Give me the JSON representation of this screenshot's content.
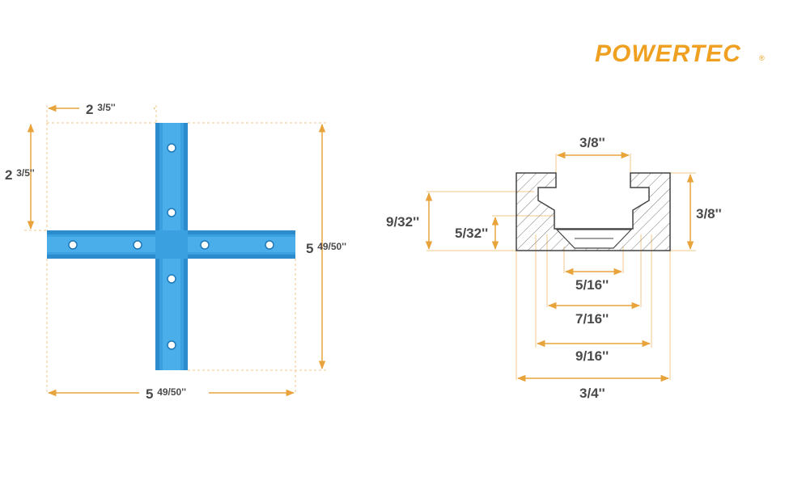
{
  "brand": {
    "name": "POWERTEC",
    "reg_mark": "®",
    "color": "#f0a020"
  },
  "colors": {
    "rail": "#3aa0e0",
    "rail_dark": "#1f78b8",
    "dimension": "#e8a33a",
    "guide": "#f2c98a",
    "text": "#4a4a4a"
  },
  "intersection": {
    "top_width": {
      "whole": "2",
      "fraction": "3/5''"
    },
    "left_height": {
      "whole": "2",
      "fraction": "3/5''"
    },
    "right_height": {
      "whole": "5",
      "fraction": "49/50''"
    },
    "bottom_width": {
      "whole": "5",
      "fraction": "49/50''"
    }
  },
  "profile": {
    "slot_top": "3/8''",
    "height": "3/8''",
    "left_outer": "9/32''",
    "left_inner": "5/32''",
    "w1": "5/16''",
    "w2": "7/16''",
    "w3": "9/16''",
    "w4": "3/4''"
  }
}
